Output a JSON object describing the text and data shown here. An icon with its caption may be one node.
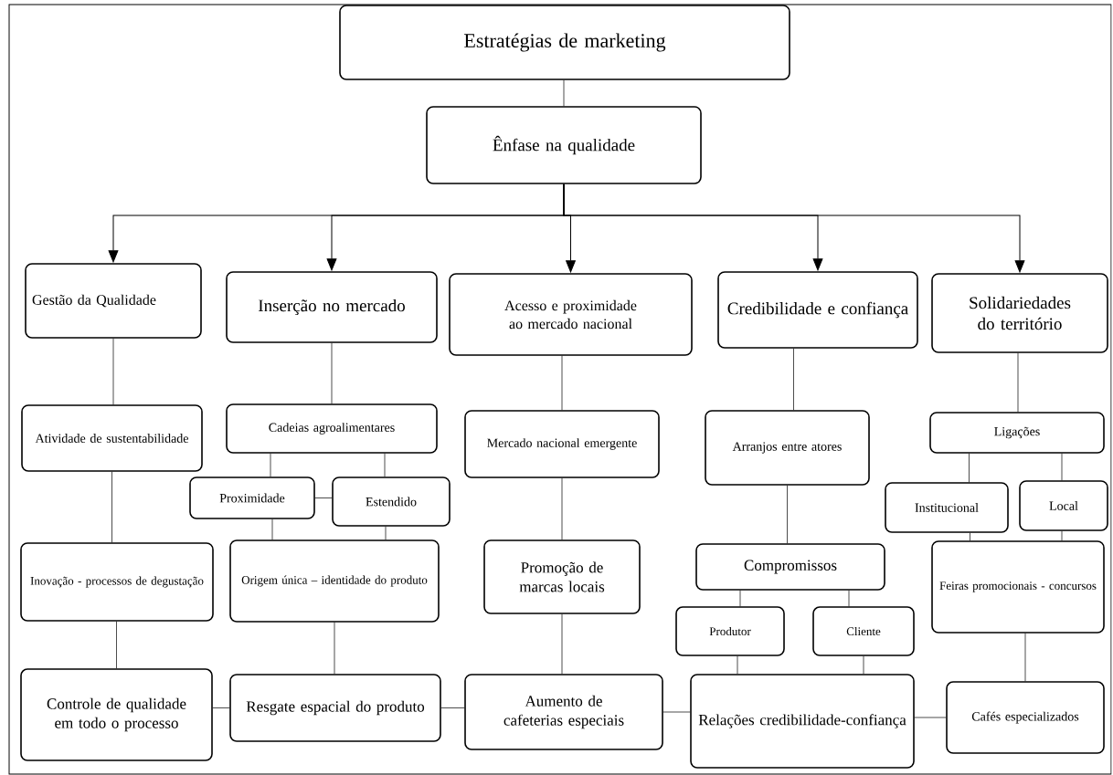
{
  "diagram": {
    "nodes": [
      {
        "text": [
          "Estratégias de marketing"
        ]
      },
      {
        "text": [
          "Ênfase na qualidade"
        ]
      },
      {
        "text": [
          "Gestão da Qualidade"
        ]
      },
      {
        "text": [
          "Inserção no mercado"
        ]
      },
      {
        "text": [
          "Acesso e proximidade ao mercado nacional"
        ]
      },
      {
        "text": [
          "Credibilidade e confiança"
        ]
      },
      {
        "text": [
          "Solidariedades do território"
        ]
      },
      {
        "text": [
          "Atividade de sustentabilidade"
        ]
      },
      {
        "text": [
          "Cadeias agroalimentares"
        ]
      },
      {
        "text": [
          "Mercado nacional emergente"
        ]
      },
      {
        "text": [
          "Arranjos entre atores"
        ]
      },
      {
        "text": [
          "Ligações"
        ]
      },
      {
        "text": [
          "Proximidade"
        ]
      },
      {
        "text": [
          "Estendido"
        ]
      },
      {
        "text": [
          "Institucional"
        ]
      },
      {
        "text": [
          "Local"
        ]
      },
      {
        "text": [
          "Inovação - processos de degustação"
        ]
      },
      {
        "text": [
          "Origem única – identidade do produto"
        ]
      },
      {
        "text": [
          "Promoção de marcas locais"
        ]
      },
      {
        "text": [
          "Compromissos"
        ]
      },
      {
        "text": [
          "Produtor"
        ]
      },
      {
        "text": [
          "Cliente"
        ]
      },
      {
        "text": [
          "Feiras promocionais - concursos"
        ]
      },
      {
        "text": [
          "Controle de qualidade em todo o processo"
        ]
      },
      {
        "text": [
          "Resgate espacial do produto"
        ]
      },
      {
        "text": [
          "Aumento de cafeterias especiais"
        ]
      },
      {
        "text": [
          "Relações credibilidade-confiança"
        ]
      },
      {
        "text": [
          "Cafés especializados"
        ]
      }
    ],
    "edges": [
      {
        "from": 0,
        "to": 1,
        "arrow": "none"
      },
      {
        "from": 1,
        "to": 2,
        "arrow": "to"
      },
      {
        "from": 1,
        "to": 3,
        "arrow": "to"
      },
      {
        "from": 1,
        "to": 4,
        "arrow": "to"
      },
      {
        "from": 1,
        "to": 5,
        "arrow": "to"
      },
      {
        "from": 1,
        "to": 6,
        "arrow": "to"
      },
      {
        "from": 2,
        "to": 7,
        "arrow": "none"
      },
      {
        "from": 7,
        "to": 16,
        "arrow": "none"
      },
      {
        "from": 16,
        "to": 23,
        "arrow": "none"
      },
      {
        "from": 3,
        "to": 8,
        "arrow": "none"
      },
      {
        "from": 8,
        "to": 12,
        "arrow": "none"
      },
      {
        "from": 8,
        "to": 13,
        "arrow": "none"
      },
      {
        "from": 12,
        "to": 13,
        "arrow": "none"
      },
      {
        "from": 12,
        "to": 17,
        "arrow": "none"
      },
      {
        "from": 13,
        "to": 17,
        "arrow": "none"
      },
      {
        "from": 17,
        "to": 24,
        "arrow": "none"
      },
      {
        "from": 4,
        "to": 9,
        "arrow": "none"
      },
      {
        "from": 9,
        "to": 18,
        "arrow": "none"
      },
      {
        "from": 18,
        "to": 25,
        "arrow": "none"
      },
      {
        "from": 5,
        "to": 10,
        "arrow": "none"
      },
      {
        "from": 10,
        "to": 19,
        "arrow": "none"
      },
      {
        "from": 19,
        "to": 20,
        "arrow": "none"
      },
      {
        "from": 19,
        "to": 21,
        "arrow": "none"
      },
      {
        "from": 20,
        "to": 26,
        "arrow": "none"
      },
      {
        "from": 21,
        "to": 26,
        "arrow": "none"
      },
      {
        "from": 6,
        "to": 11,
        "arrow": "none"
      },
      {
        "from": 11,
        "to": 14,
        "arrow": "none"
      },
      {
        "from": 11,
        "to": 15,
        "arrow": "none"
      },
      {
        "from": 14,
        "to": 22,
        "arrow": "none"
      },
      {
        "from": 15,
        "to": 22,
        "arrow": "none"
      },
      {
        "from": 22,
        "to": 27,
        "arrow": "none"
      },
      {
        "from": 23,
        "to": 24,
        "arrow": "none"
      },
      {
        "from": 24,
        "to": 25,
        "arrow": "none"
      },
      {
        "from": 25,
        "to": 26,
        "arrow": "none"
      },
      {
        "from": 26,
        "to": 27,
        "arrow": "none"
      }
    ]
  }
}
